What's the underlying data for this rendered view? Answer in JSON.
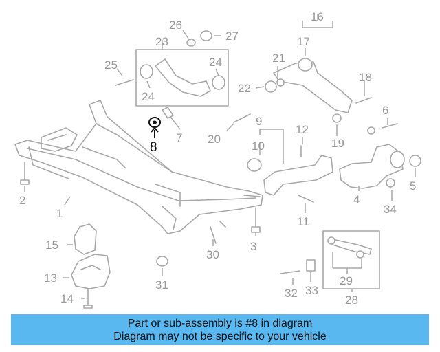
{
  "colors": {
    "banner": "#5ab8f0",
    "highlight": "#111111",
    "line_art": "#a8a8a8",
    "callout_text": "#9a9a9a"
  },
  "callouts": [
    "1",
    "2",
    "3",
    "4",
    "5",
    "6",
    "7",
    "8",
    "9",
    "10",
    "11",
    "12",
    "13",
    "14",
    "15",
    "16",
    "17",
    "18",
    "19",
    "20",
    "21",
    "22",
    "23",
    "24",
    "24",
    "25",
    "26",
    "27",
    "28",
    "29",
    "30",
    "31",
    "32",
    "33",
    "34"
  ],
  "highlighted_part": "8",
  "banner": {
    "line1": "Part or sub-assembly is #8 in diagram",
    "line2": "Diagram may not be specific to your vehicle"
  }
}
